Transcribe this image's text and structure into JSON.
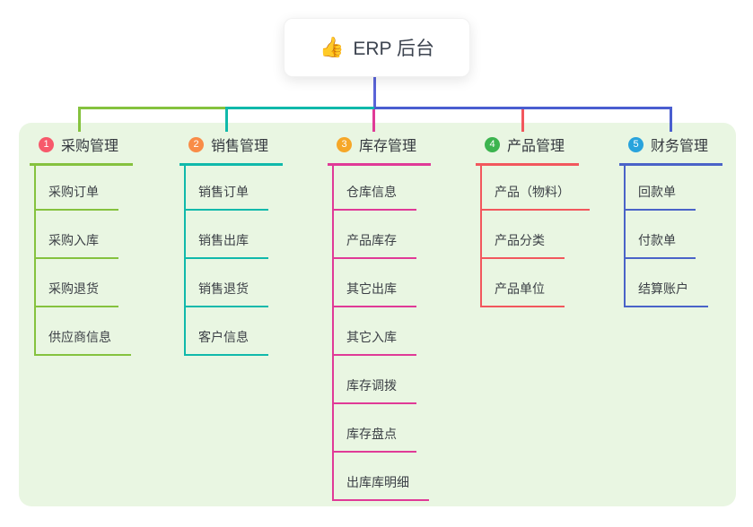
{
  "root": {
    "icon": "👍",
    "title": "ERP 后台"
  },
  "branches": [
    {
      "badge": "1",
      "label": "采购管理",
      "line_color": "#85c23e",
      "badge_color": "#f7596b",
      "children": [
        "采购订单",
        "采购入库",
        "采购退货",
        "供应商信息"
      ]
    },
    {
      "badge": "2",
      "label": "销售管理",
      "line_color": "#10b9ab",
      "badge_color": "#f98c47",
      "children": [
        "销售订单",
        "销售出库",
        "销售退货",
        "客户信息"
      ]
    },
    {
      "badge": "3",
      "label": "库存管理",
      "line_color": "#e03a97",
      "badge_color": "#f6a728",
      "children": [
        "仓库信息",
        "产品库存",
        "其它出库",
        "其它入库",
        "库存调拨",
        "库存盘点",
        "出库库明细"
      ]
    },
    {
      "badge": "4",
      "label": "产品管理",
      "line_color": "#f2575d",
      "badge_color": "#3cb44f",
      "children": [
        "产品（物料）",
        "产品分类",
        "产品单位"
      ]
    },
    {
      "badge": "5",
      "label": "财务管理",
      "line_color": "#4a63c8",
      "badge_color": "#29a3dc",
      "children": [
        "回款单",
        "付款单",
        "结算账户"
      ]
    }
  ],
  "colors": {
    "canvas_bg": "#ffffff",
    "panel_bg": "#e9f6e2",
    "root_connector": "#5a64d8",
    "text": "#3c4046"
  }
}
